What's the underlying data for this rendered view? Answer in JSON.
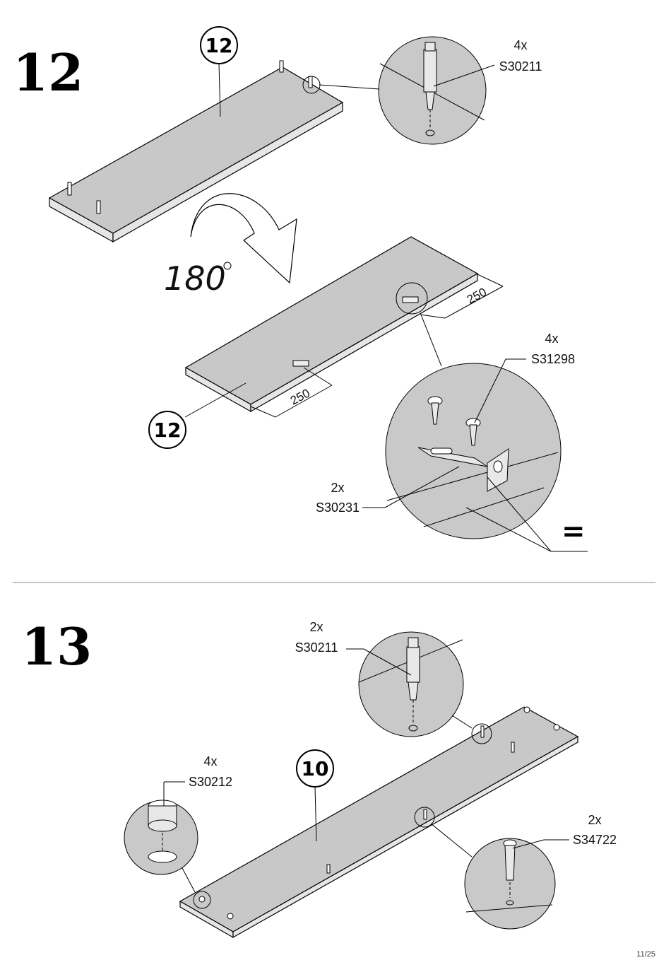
{
  "steps": [
    {
      "number": "12",
      "panel_badge_top": "12",
      "panel_badge_bottom": "12",
      "rotation": "180",
      "dim_a": "250",
      "dim_b": "250",
      "equal_sign": "=",
      "parts": [
        {
          "qty": "4x",
          "code": "S30211"
        },
        {
          "qty": "4x",
          "code": "S31298"
        },
        {
          "qty": "2x",
          "code": "S30231"
        }
      ]
    },
    {
      "number": "13",
      "panel_badge": "10",
      "parts": [
        {
          "qty": "2x",
          "code": "S30211"
        },
        {
          "qty": "4x",
          "code": "S30212"
        },
        {
          "qty": "2x",
          "code": "S34722"
        }
      ]
    }
  ],
  "page_number": "11/25"
}
